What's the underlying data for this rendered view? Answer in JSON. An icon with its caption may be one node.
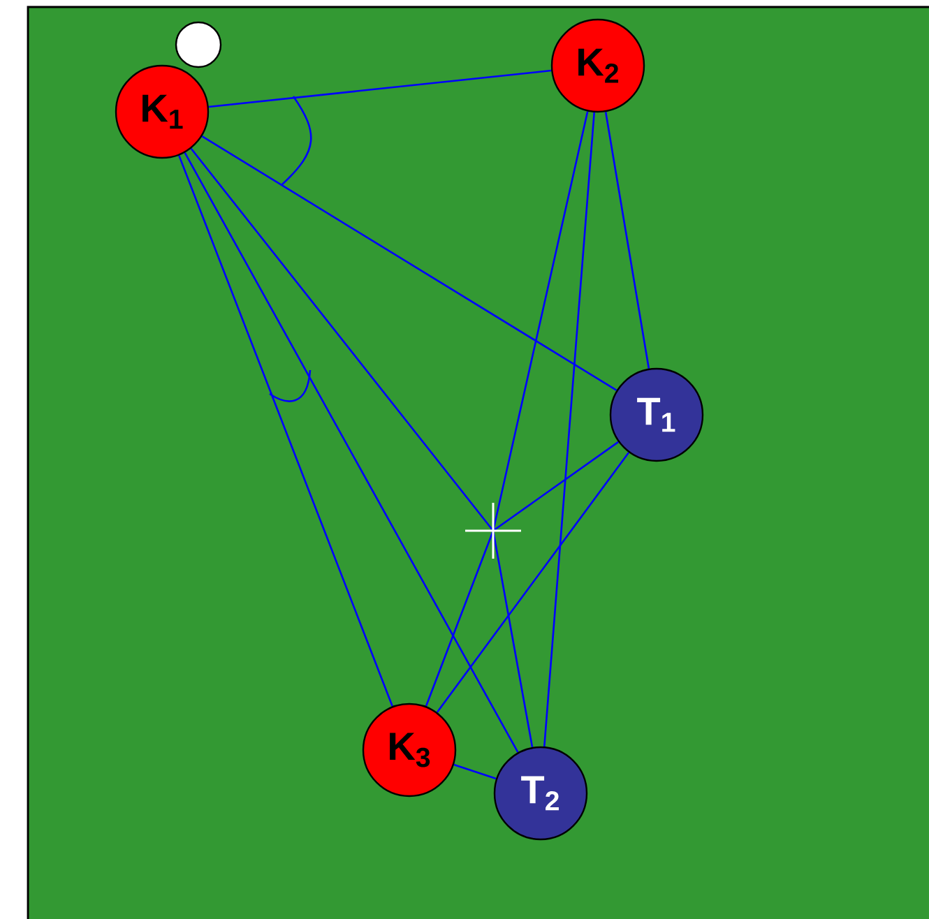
{
  "diagram": {
    "nodes": [
      {
        "text": [],
        "shape": "circle"
      },
      {
        "text": [
          "K$_{1}$"
        ]
      },
      {
        "text": [
          "K$_{2}$"
        ]
      },
      {
        "text": [
          "T$_{1}$"
        ]
      },
      {
        "text": [],
        "shape": "cross"
      },
      {
        "text": [
          "K$_{3}$"
        ]
      },
      {
        "text": [
          "T$_{2}$"
        ]
      }
    ],
    "edges": [
      {
        "from": 1,
        "to": 2,
        "arrow": "none"
      },
      {
        "from": 1,
        "to": 3,
        "arrow": "none"
      },
      {
        "from": 1,
        "to": 4,
        "arrow": "none"
      },
      {
        "from": 1,
        "to": 6,
        "arrow": "none"
      },
      {
        "from": 1,
        "to": 5,
        "arrow": "none"
      },
      {
        "from": 2,
        "to": 4,
        "arrow": "none"
      },
      {
        "from": 2,
        "to": 6,
        "arrow": "none"
      },
      {
        "from": 2,
        "to": 3,
        "arrow": "none"
      },
      {
        "from": 3,
        "to": 4,
        "arrow": "none"
      },
      {
        "from": 3,
        "to": 5,
        "arrow": "none"
      },
      {
        "from": 4,
        "to": 5,
        "arrow": "none"
      },
      {
        "from": 4,
        "to": 6,
        "arrow": "none"
      },
      {
        "from": 5,
        "to": 6,
        "arrow": "none"
      }
    ]
  }
}
